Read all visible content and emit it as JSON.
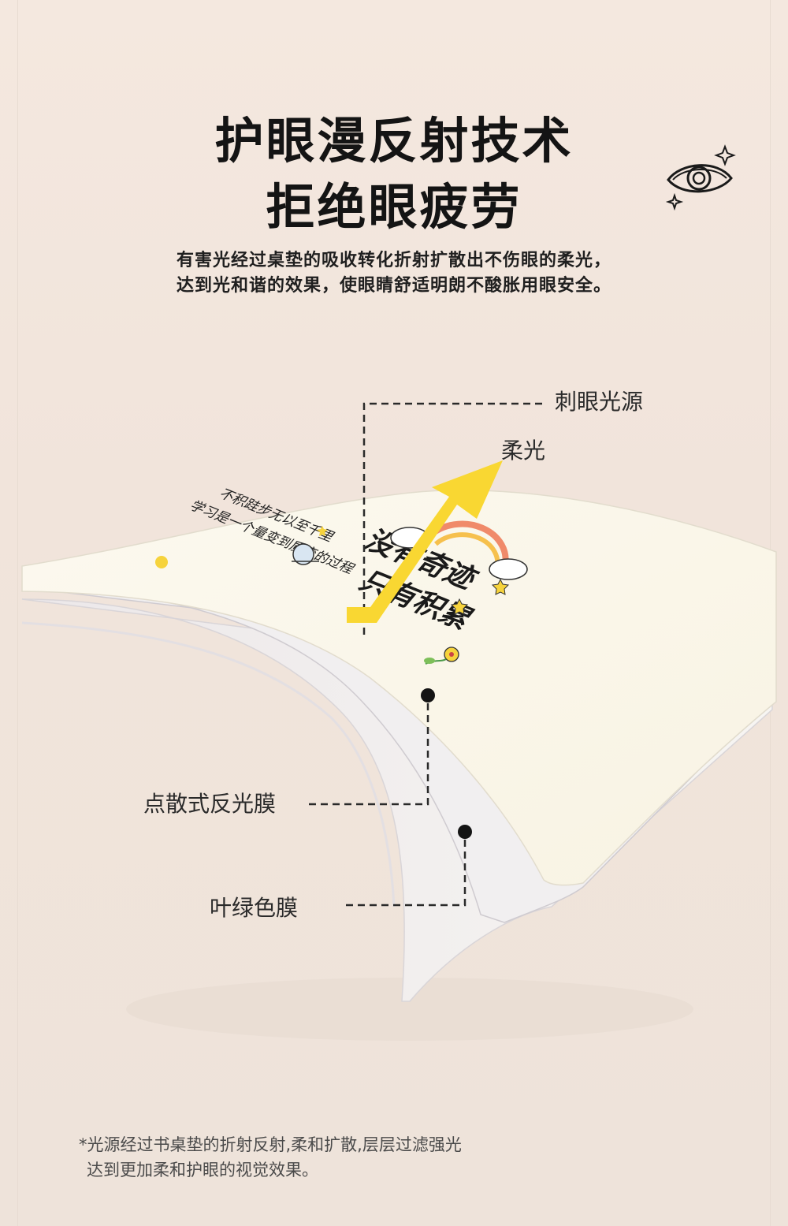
{
  "headline": {
    "line1": "护眼漫反射技术",
    "line2": "拒绝眼疲劳"
  },
  "description": {
    "line1": "有害光经过桌垫的吸收转化折射扩散出不伤眼的柔光，",
    "line2": "达到光和谐的效果，使眼睛舒适明朗不酸胀用眼安全。"
  },
  "diagram_labels": {
    "glare_light": "刺眼光源",
    "soft_light": "柔光",
    "dot_film": "点散式反光膜",
    "green_film": "叶绿色膜"
  },
  "pad_print": {
    "big_line1": "没有奇迹",
    "big_line2": "只有积累",
    "small_line1": "不积跬步无以至千里",
    "small_line2": "学习是一个量变到质变的过程"
  },
  "footnote": {
    "line1": "*光源经过书桌垫的折射反射,柔和扩散,层层过滤强光",
    "line2": "达到更加柔和护眼的视觉效果。"
  },
  "icons": [
    "eye-icon",
    "sparkle-icon",
    "arrow-icon"
  ],
  "colors": {
    "background": "#f3e7de",
    "arrow_yellow": "#f9d732",
    "text_dark": "#141414",
    "pad_surface": "#fbf8ec"
  }
}
